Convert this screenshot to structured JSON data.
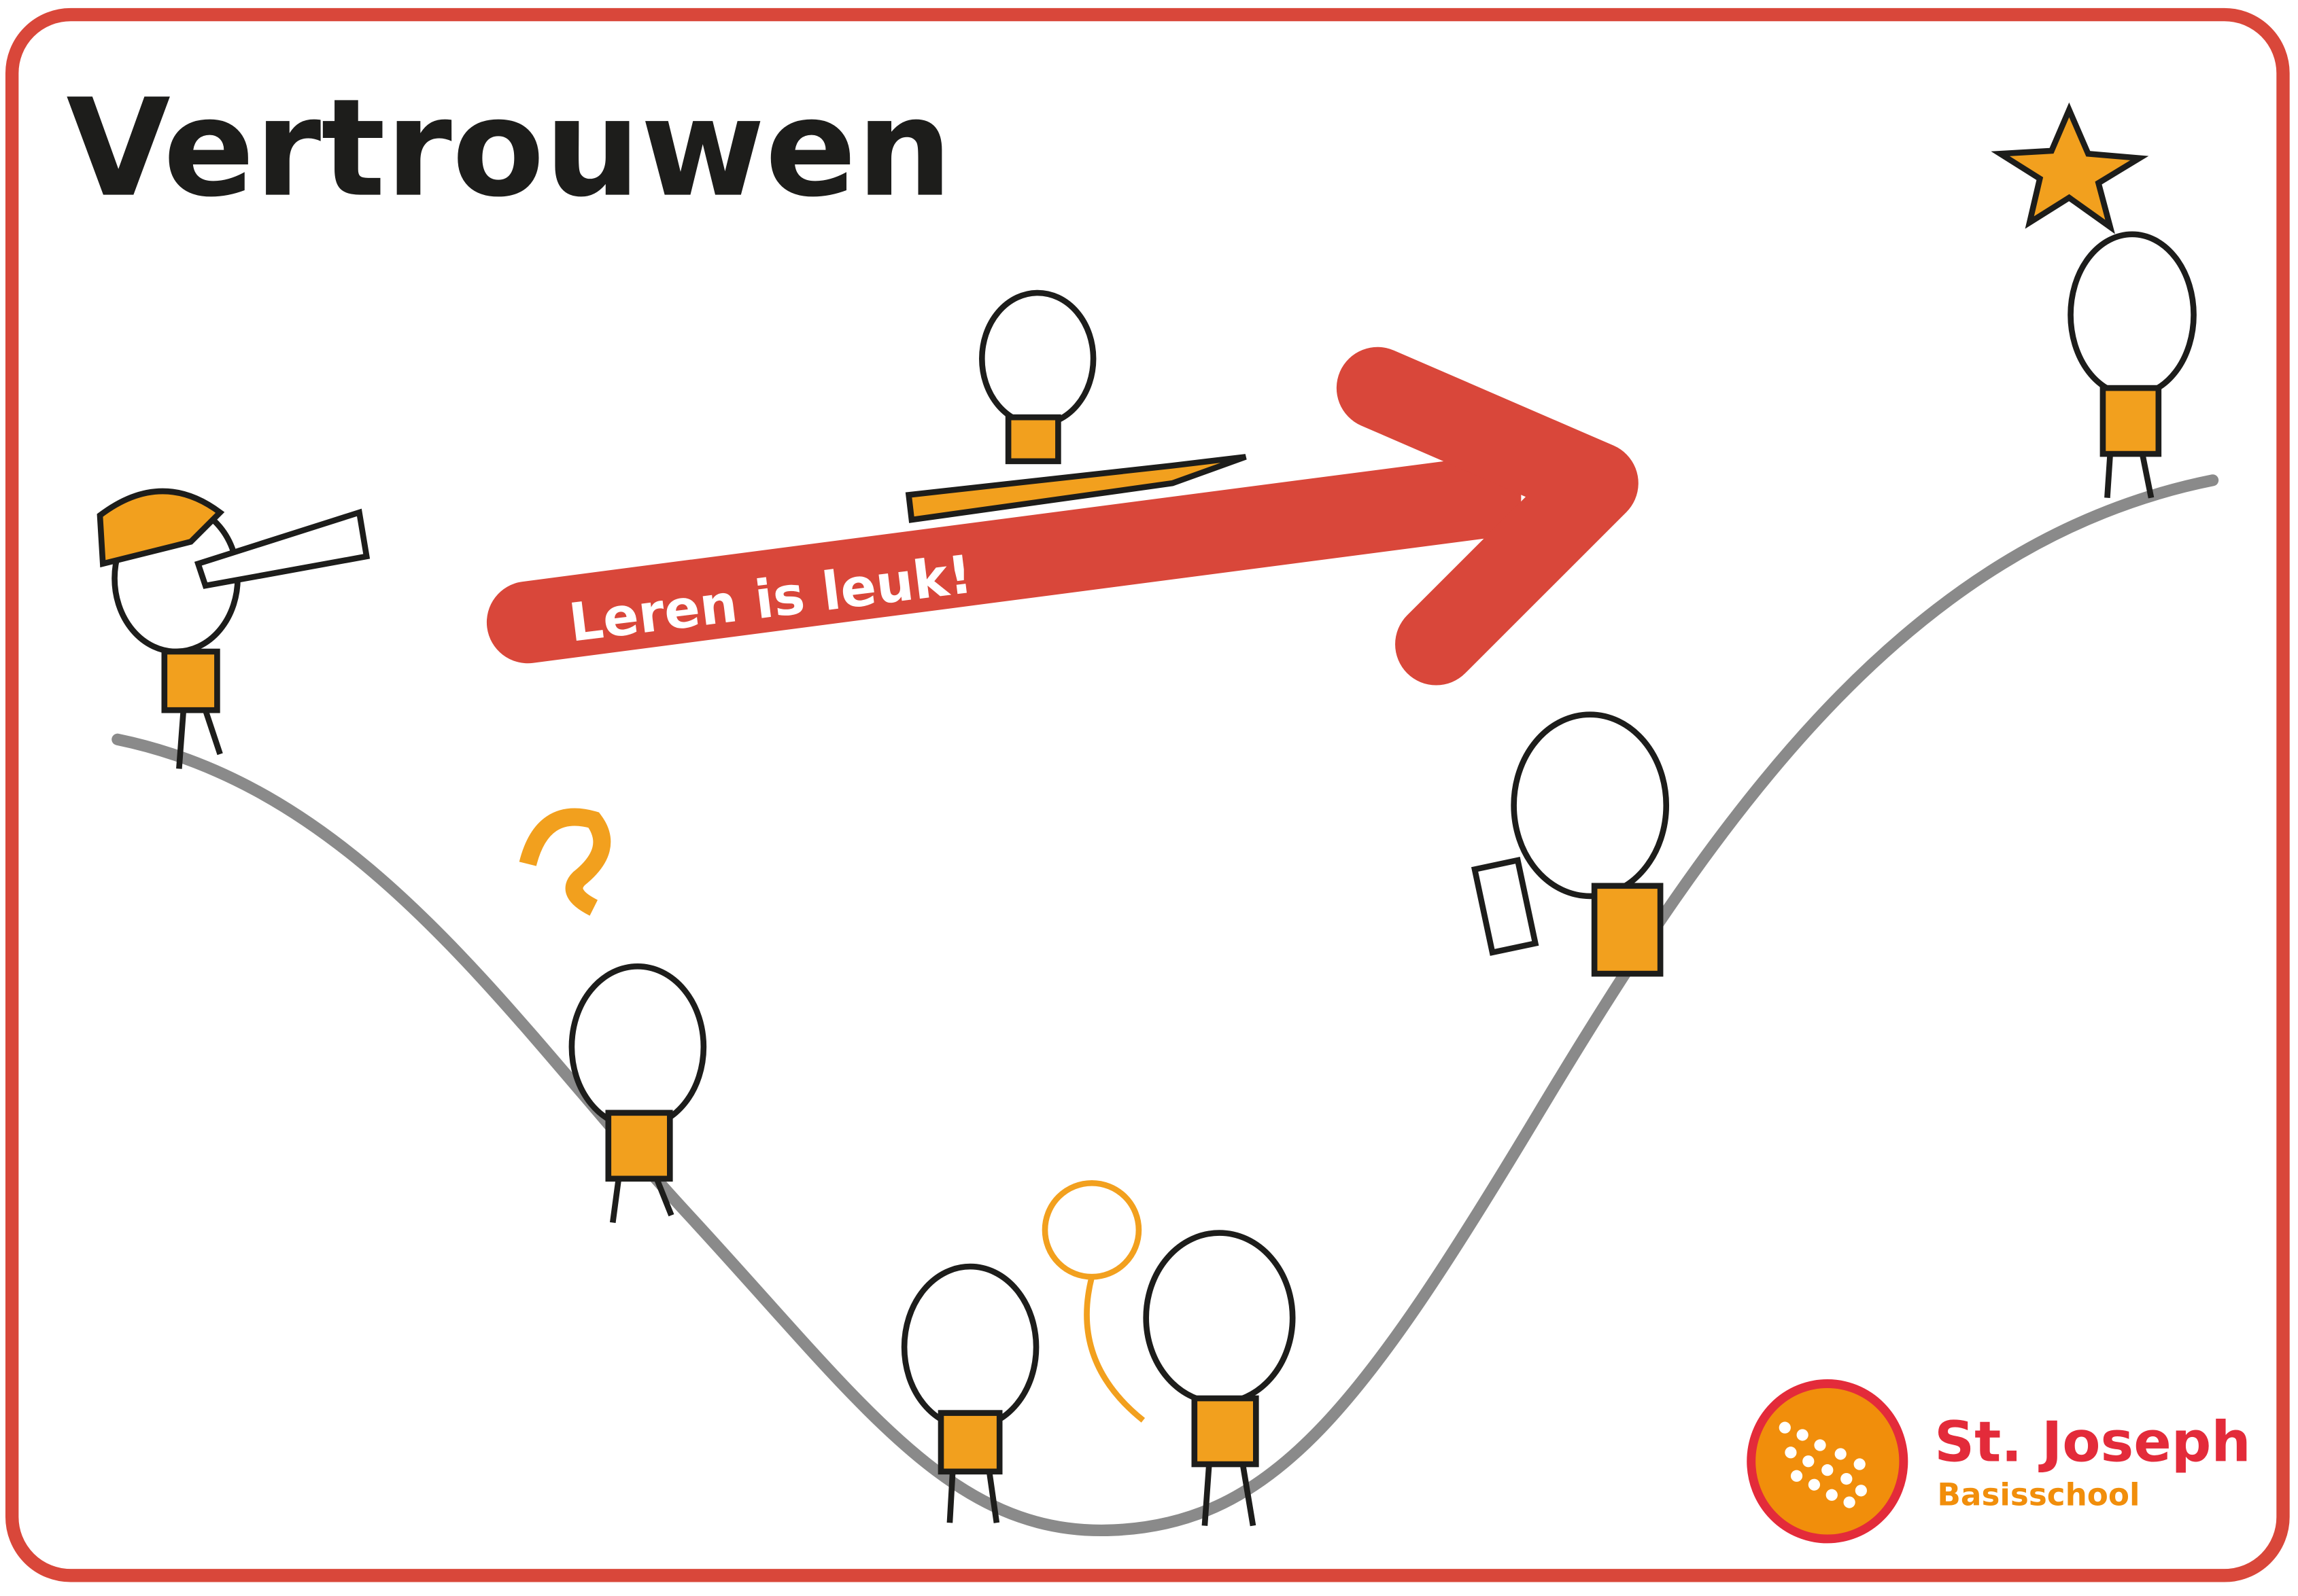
{
  "title": "Vertrouwen",
  "arrow_text": "Leren is leuk!",
  "logo": {
    "name": "St. Joseph",
    "subtitle": "Basisschool"
  },
  "colors": {
    "frame": "#d9473a",
    "arrow": "#d9473a",
    "accent": "#f2a01e",
    "curve": "#8a8a8a",
    "logo_red": "#e32b3a",
    "logo_orange": "#f18e0b"
  }
}
